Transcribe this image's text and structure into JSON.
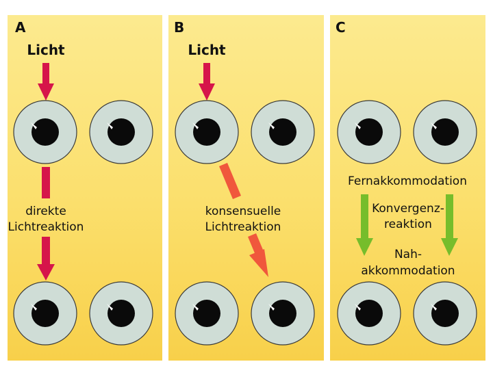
{
  "panels": [
    {
      "letter": "A",
      "top_label": "Licht",
      "caption": [
        "direkte",
        "Lichtreaktion"
      ]
    },
    {
      "letter": "B",
      "top_label": "Licht",
      "caption": [
        "konsensuelle",
        "Lichtreaktion"
      ]
    },
    {
      "letter": "C",
      "labels": {
        "far": "Fernakkommodation",
        "convergence": [
          "Konvergenz-",
          "reaktion"
        ],
        "near": [
          "Nah-",
          "akkommodation"
        ]
      }
    }
  ],
  "colors": {
    "panel_top": "#fcea8f",
    "panel_bottom": "#f8d04a",
    "iris": "#cfddd6",
    "pupil": "#0a0a0a",
    "arrow_direct": "#d6154a",
    "arrow_consensual": "#f0573c",
    "arrow_accommodation": "#76bd2b"
  }
}
